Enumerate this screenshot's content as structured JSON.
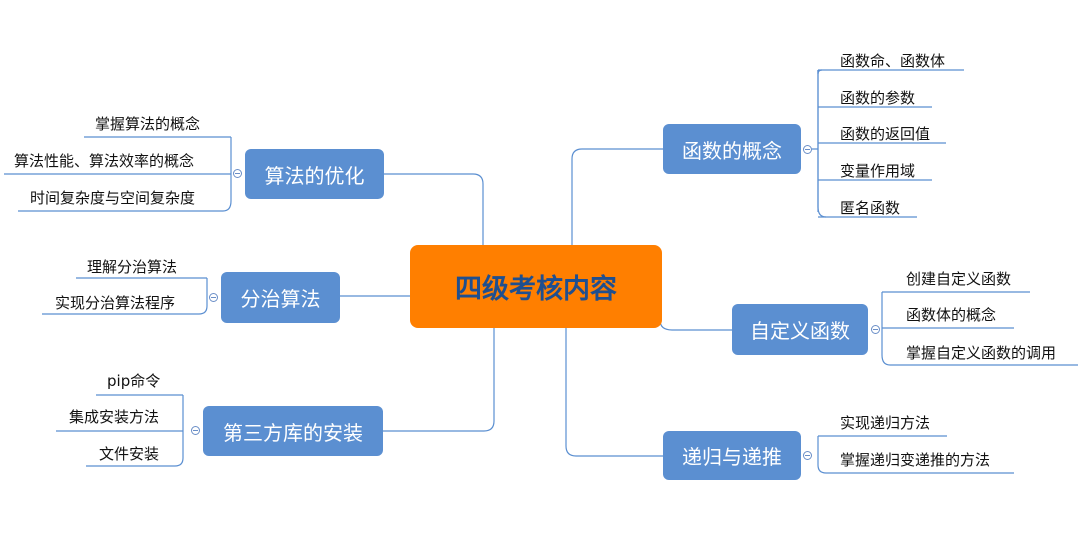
{
  "central": "四级考核内容",
  "branches": {
    "func_concept": {
      "label": "函数的概念",
      "items": [
        "函数命、函数体",
        "函数的参数",
        "函数的返回值",
        "变量作用域",
        "匿名函数"
      ]
    },
    "custom_func": {
      "label": "自定义函数",
      "items": [
        "创建自定义函数",
        "函数体的概念",
        "掌握自定义函数的调用"
      ]
    },
    "recursion": {
      "label": "递归与递推",
      "items": [
        "实现递归方法",
        "掌握递归变递推的方法"
      ]
    },
    "algo_opt": {
      "label": "算法的优化",
      "items": [
        "掌握算法的概念",
        "算法性能、算法效率的概念",
        "时间复杂度与空间复杂度"
      ]
    },
    "divide": {
      "label": "分治算法",
      "items": [
        "理解分治算法",
        "实现分治算法程序"
      ]
    },
    "third_party": {
      "label": "第三方库的安装",
      "items": [
        "pip命令",
        "集成安装方法",
        "文件安装"
      ]
    }
  },
  "colors": {
    "central": "#ff7f00",
    "central_text": "#1f4f8f",
    "branch": "#5b8fd1",
    "line": "#5b8fd1"
  }
}
